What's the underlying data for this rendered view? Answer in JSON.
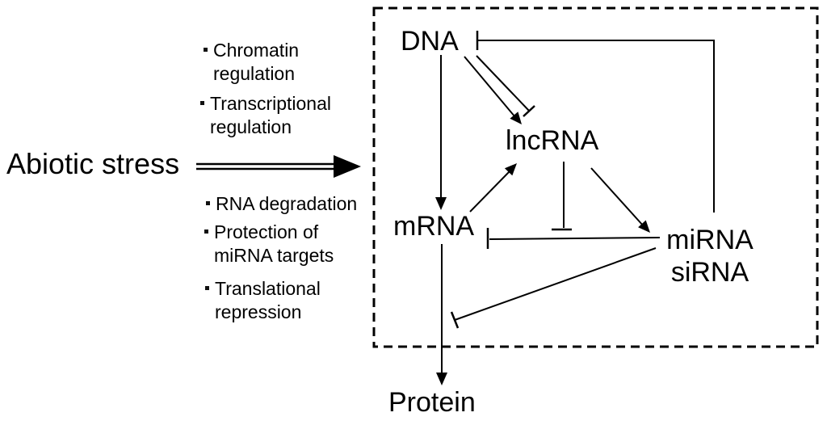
{
  "diagram": {
    "stress_label": "Abiotic stress",
    "mechanisms": {
      "top": [
        {
          "lines": [
            "Chromatin",
            "regulation"
          ]
        },
        {
          "lines": [
            "Transcriptional",
            "regulation"
          ]
        }
      ],
      "bottom": [
        {
          "lines": [
            "RNA degradation"
          ]
        },
        {
          "lines": [
            "Protection of",
            "miRNA targets"
          ]
        },
        {
          "lines": [
            "Translational",
            "repression"
          ]
        }
      ]
    },
    "nodes": {
      "dna": "DNA",
      "lncrna": "lncRNA",
      "mrna": "mRNA",
      "mirna": "miRNA",
      "sirna": "siRNA",
      "protein": "Protein"
    },
    "edges": [
      {
        "from": "Abiotic stress",
        "to": "nucleus processes",
        "type": "double-line arrow"
      },
      {
        "from": "DNA",
        "to": "mRNA",
        "type": "arrow"
      },
      {
        "from": "DNA",
        "to": "lncRNA",
        "type": "arrow"
      },
      {
        "from": "DNA",
        "to": "lncRNA",
        "type": "inhibition"
      },
      {
        "from": "mRNA",
        "to": "lncRNA",
        "type": "arrow"
      },
      {
        "from": "lncRNA",
        "to": "miRNA/siRNA",
        "type": "arrow"
      },
      {
        "from": "lncRNA",
        "to": "miRNA-mRNA interaction",
        "type": "inhibition"
      },
      {
        "from": "miRNA/siRNA",
        "to": "mRNA",
        "type": "inhibition"
      },
      {
        "from": "miRNA/siRNA",
        "to": "DNA",
        "type": "inhibition"
      },
      {
        "from": "miRNA/siRNA",
        "to": "mRNA-Protein translation",
        "type": "inhibition"
      },
      {
        "from": "mRNA",
        "to": "Protein",
        "type": "arrow"
      }
    ],
    "colors": {
      "ink": "#000000",
      "background": "#ffffff"
    }
  }
}
